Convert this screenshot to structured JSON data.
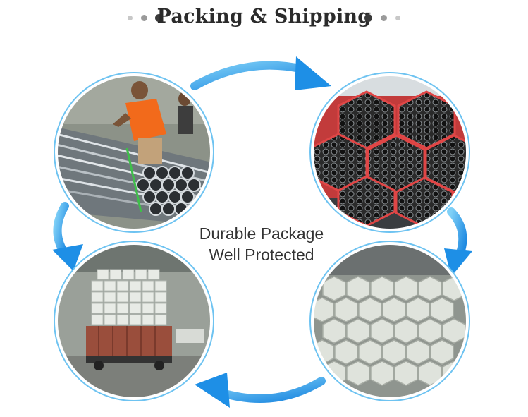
{
  "header": {
    "title": "Packing & Shipping"
  },
  "center": {
    "line1": "Durable Package",
    "line2": "Well Protected"
  },
  "colors": {
    "accent_blue": "#1e8fe6",
    "ring_blue": "#6ec3f1",
    "title_dark": "#2b2b2b"
  },
  "photos": [
    {
      "name": "worker-packing-steel-pipes-photo"
    },
    {
      "name": "hexagon-bundled-pipes-red-wrap-photo"
    },
    {
      "name": "hexagon-bundles-woven-bag-photo"
    },
    {
      "name": "truck-loaded-with-bundles-photo"
    }
  ]
}
